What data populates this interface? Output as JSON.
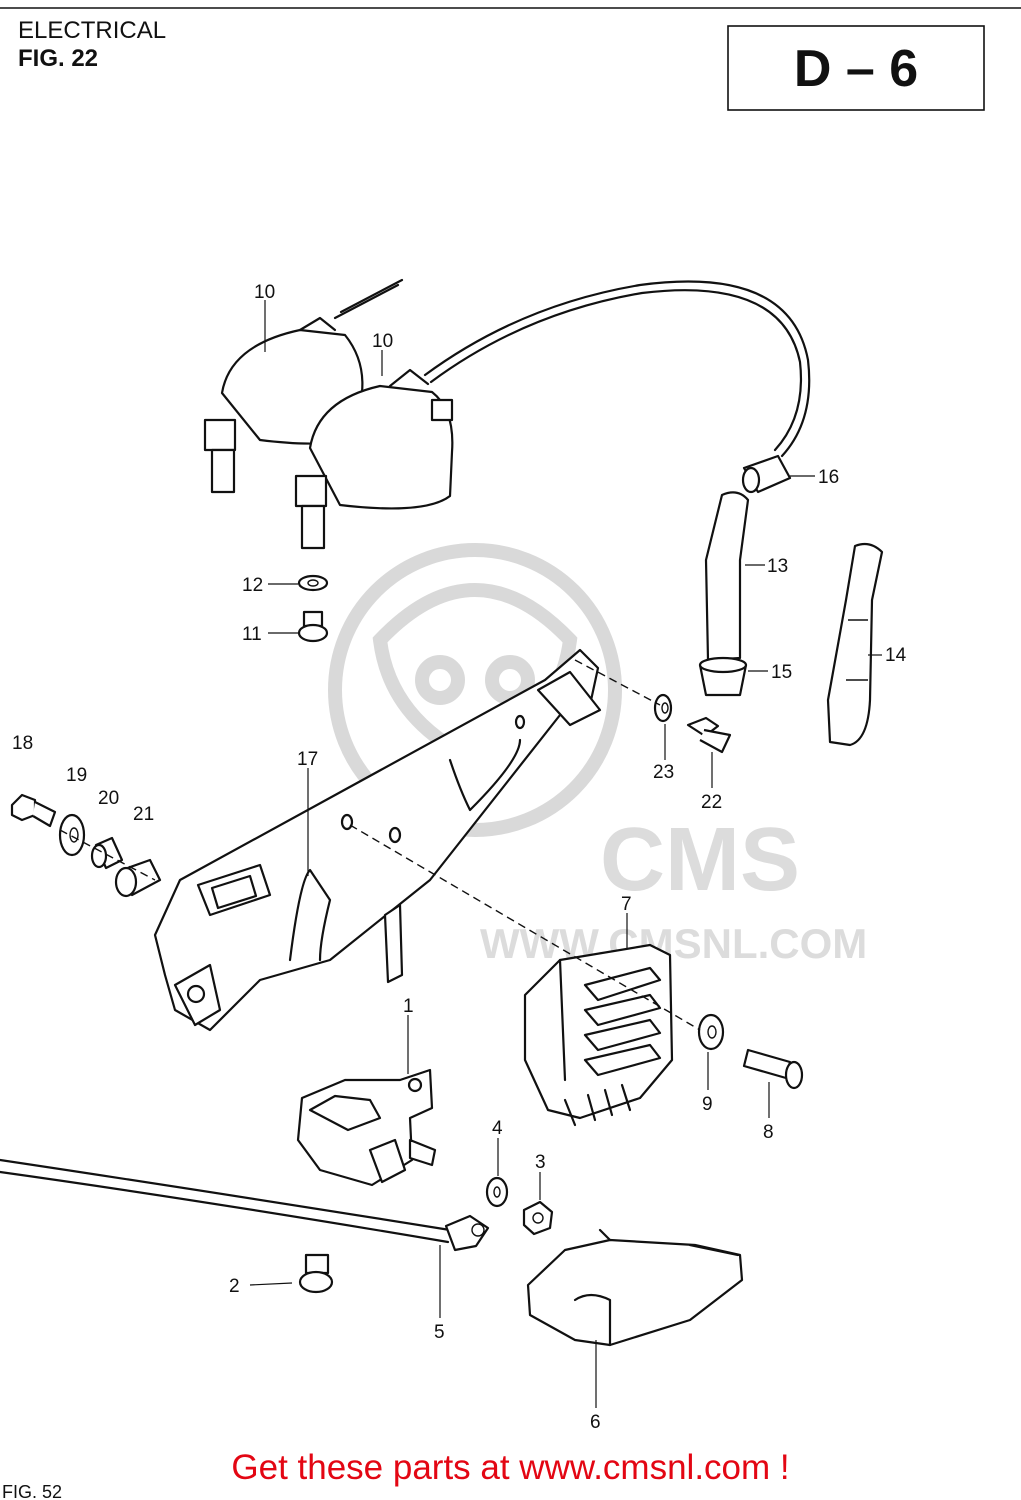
{
  "header": {
    "section": "ELECTRICAL",
    "figure": "FIG. 22",
    "page_code": "D – 6"
  },
  "watermark": {
    "url": "WWW.CMSNL.COM",
    "brand": "CMS"
  },
  "callouts": {
    "p1": "1",
    "p2": "2",
    "p3": "3",
    "p4": "4",
    "p5": "5",
    "p6": "6",
    "p7": "7",
    "p8": "8",
    "p9": "9",
    "p10a": "10",
    "p10b": "10",
    "p11": "11",
    "p12": "12",
    "p13": "13",
    "p14": "14",
    "p15": "15",
    "p16": "16",
    "p17": "17",
    "p18": "18",
    "p19": "19",
    "p20": "20",
    "p21": "21",
    "p22": "22",
    "p23": "23"
  },
  "footer": {
    "cta": "Get these parts at www.cmsnl.com !",
    "corner": "FIG. 52"
  }
}
